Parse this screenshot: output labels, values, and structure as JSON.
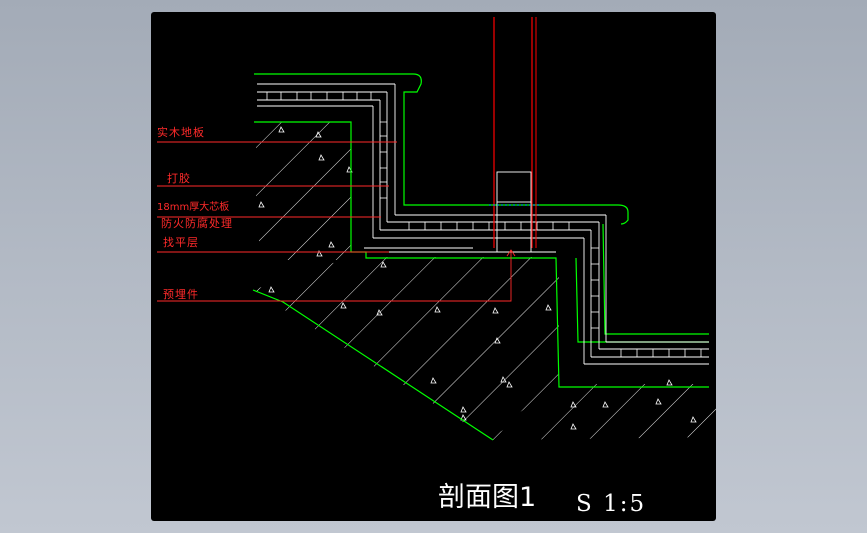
{
  "title": "剖面图1",
  "scale": "S 1:5",
  "callouts": [
    {
      "id": "solid-wood-floor",
      "text": "实木地板"
    },
    {
      "id": "glue",
      "text": "打胶"
    },
    {
      "id": "blockboard",
      "text": "18mm厚大芯板"
    },
    {
      "id": "fire-corrosion",
      "text": "防火防腐处理"
    },
    {
      "id": "leveling",
      "text": "找平层"
    },
    {
      "id": "embedded-part",
      "text": "预埋件"
    }
  ],
  "colors": {
    "background": "#000000",
    "outline": "#00ff00",
    "leader": "#ff2a2a",
    "hatch": "#ffffff",
    "glass": "#ff0000",
    "sealant": "#00a0ff",
    "text": "#ffffff"
  }
}
